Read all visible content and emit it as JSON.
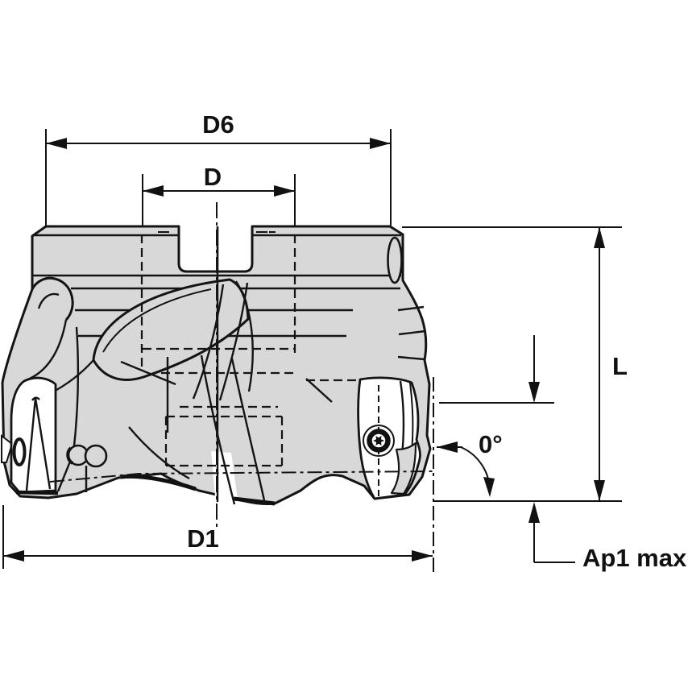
{
  "drawing": {
    "labels": {
      "d6": "D6",
      "d": "D",
      "l": "L",
      "angle": "0°",
      "d1": "D1",
      "ap1_max": "Ap1 max"
    },
    "colors": {
      "background": "#ffffff",
      "line": "#111111",
      "body_fill": "#d8d8d8"
    }
  }
}
